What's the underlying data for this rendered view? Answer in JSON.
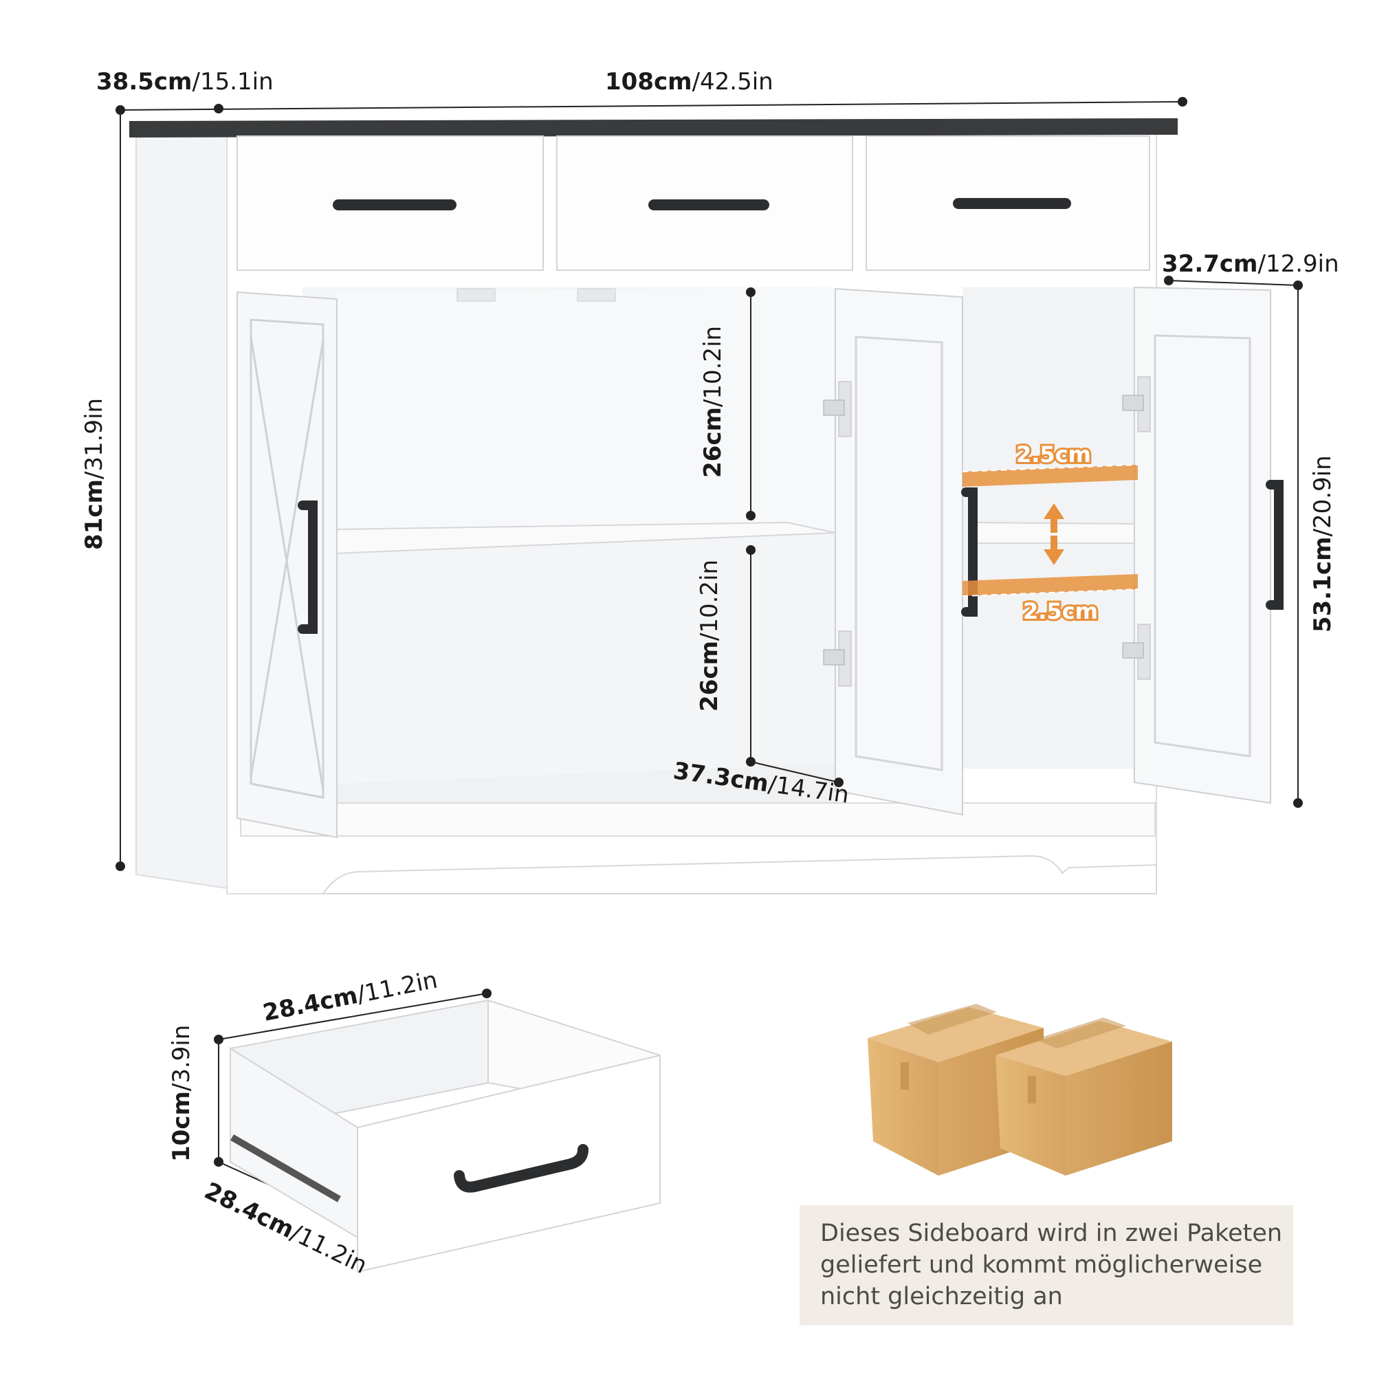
{
  "dimensions": {
    "depth": {
      "metric": "38.5cm",
      "imperial": "/15.1in"
    },
    "width": {
      "metric": "108cm",
      "imperial": "/42.5in"
    },
    "height": {
      "metric": "81cm",
      "imperial": "/31.9in"
    },
    "inner_depth": {
      "metric": "32.7cm",
      "imperial": "/12.9in"
    },
    "inner_height": {
      "metric": "53.1cm",
      "imperial": "/20.9in"
    },
    "shelf_upper": {
      "metric": "26cm",
      "imperial": "/10.2in"
    },
    "shelf_lower": {
      "metric": "26cm",
      "imperial": "/10.2in"
    },
    "compartment_width": {
      "metric": "37.3cm",
      "imperial": "/14.7in"
    },
    "shelf_adjust_up": "2.5cm",
    "shelf_adjust_down": "2.5cm"
  },
  "drawer": {
    "width": {
      "metric": "28.4cm",
      "imperial": "/11.2in"
    },
    "height": {
      "metric": "10cm",
      "imperial": "/3.9in"
    },
    "depth": {
      "metric": "28.4cm",
      "imperial": "/11.2in"
    }
  },
  "notice": {
    "lines": [
      "Dieses Sideboard wird in zwei Paketen",
      "geliefert und kommt möglicherweise",
      "nicht gleichzeitig an"
    ]
  },
  "colors": {
    "cabinet": "#ffffff",
    "cabinet_shade": "#f1f2f3",
    "top": "#3a3b3d",
    "handle": "#2c2d2f",
    "accent": "#e8913d",
    "box": "#dcae6f",
    "notice_bg": "#f1ede6"
  }
}
